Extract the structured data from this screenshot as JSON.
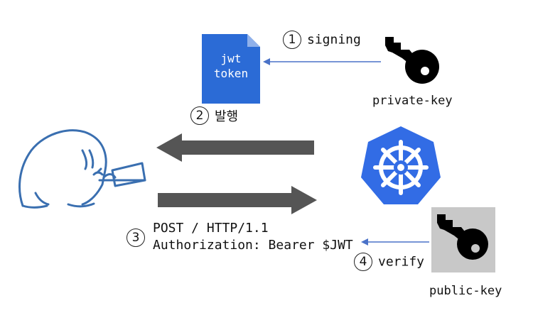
{
  "step1": {
    "number": "1",
    "label": "signing"
  },
  "step2": {
    "number": "2",
    "label": "발행"
  },
  "step3": {
    "number": "3",
    "line1": "POST / HTTP/1.1",
    "line2": "Authorization: Bearer $JWT"
  },
  "step4": {
    "number": "4",
    "label": "verify"
  },
  "token": {
    "line1": "jwt",
    "line2": "token"
  },
  "keys": {
    "private_label": "private-key",
    "public_label": "public-key"
  },
  "colors": {
    "token_blue": "#2b6bd6",
    "k8s_blue": "#326ce5",
    "arrow_gray": "#555555",
    "thin_arrow_blue": "#4a72c8",
    "sketch_blue": "#3a6fb0",
    "key_box_gray": "#c8c8c8"
  },
  "icons": {
    "token": "document-icon",
    "private_key": "key-icon",
    "public_key": "key-icon",
    "cluster": "kubernetes-helm-icon",
    "client": "person-with-laptop-sketch"
  }
}
